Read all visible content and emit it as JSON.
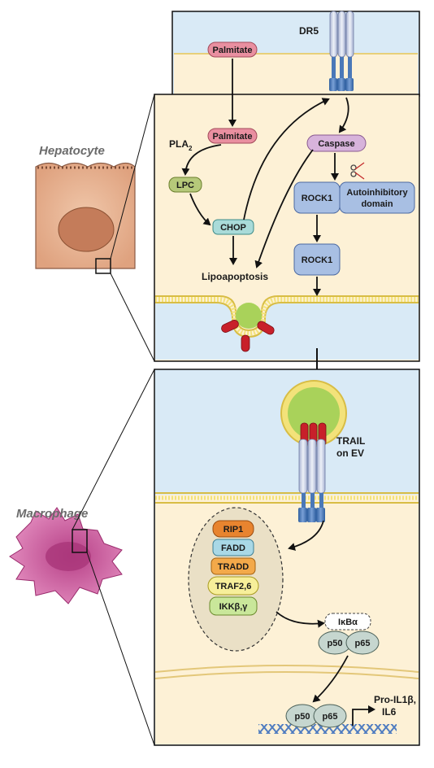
{
  "cells": {
    "hepatocyte": "Hepatocyte",
    "macrophage": "Macrophage"
  },
  "top_panel": {
    "receptor": "DR5",
    "palmitate_out": "Palmitate",
    "palmitate_in": "Palmitate",
    "pla2": "PLA",
    "pla2_sub": "2",
    "lpc": "LPC",
    "chop": "CHOP",
    "lipoapoptosis": "Lipoapoptosis",
    "caspase": "Caspase",
    "rock1": "ROCK1",
    "autoinhibitory_line1": "Autoinhibitory",
    "autoinhibitory_line2": "domain",
    "rock1_cleaved": "ROCK1"
  },
  "bottom_panel": {
    "trail_line1": "TRAIL",
    "trail_line2": "on EV",
    "complex": [
      "RIP1",
      "FADD",
      "TRADD",
      "TRAF2,6",
      "IKKβ,γ"
    ],
    "ikba": "IκBα",
    "p50": "p50",
    "p65": "p65",
    "p50_nuc": "p50",
    "p65_nuc": "p65",
    "output_line1": "Pro-IL1β,",
    "output_line2": "IL6"
  },
  "colors": {
    "cytoplasm": "#fdf1d6",
    "extracellular": "#d9eaf6",
    "membrane": "#f3e27a",
    "palmitate": "#e98fa0",
    "lpc": "#b6c97a",
    "chop": "#a9dbd9",
    "caspase": "#d7b3db",
    "rock1": "#a8bfe3",
    "vesicle": "#a9d25a",
    "trail": "#c8202a",
    "receptor": "#c7d0e6",
    "hepatocyte": "#e9b99a",
    "macrophage": "#c85c9a"
  }
}
